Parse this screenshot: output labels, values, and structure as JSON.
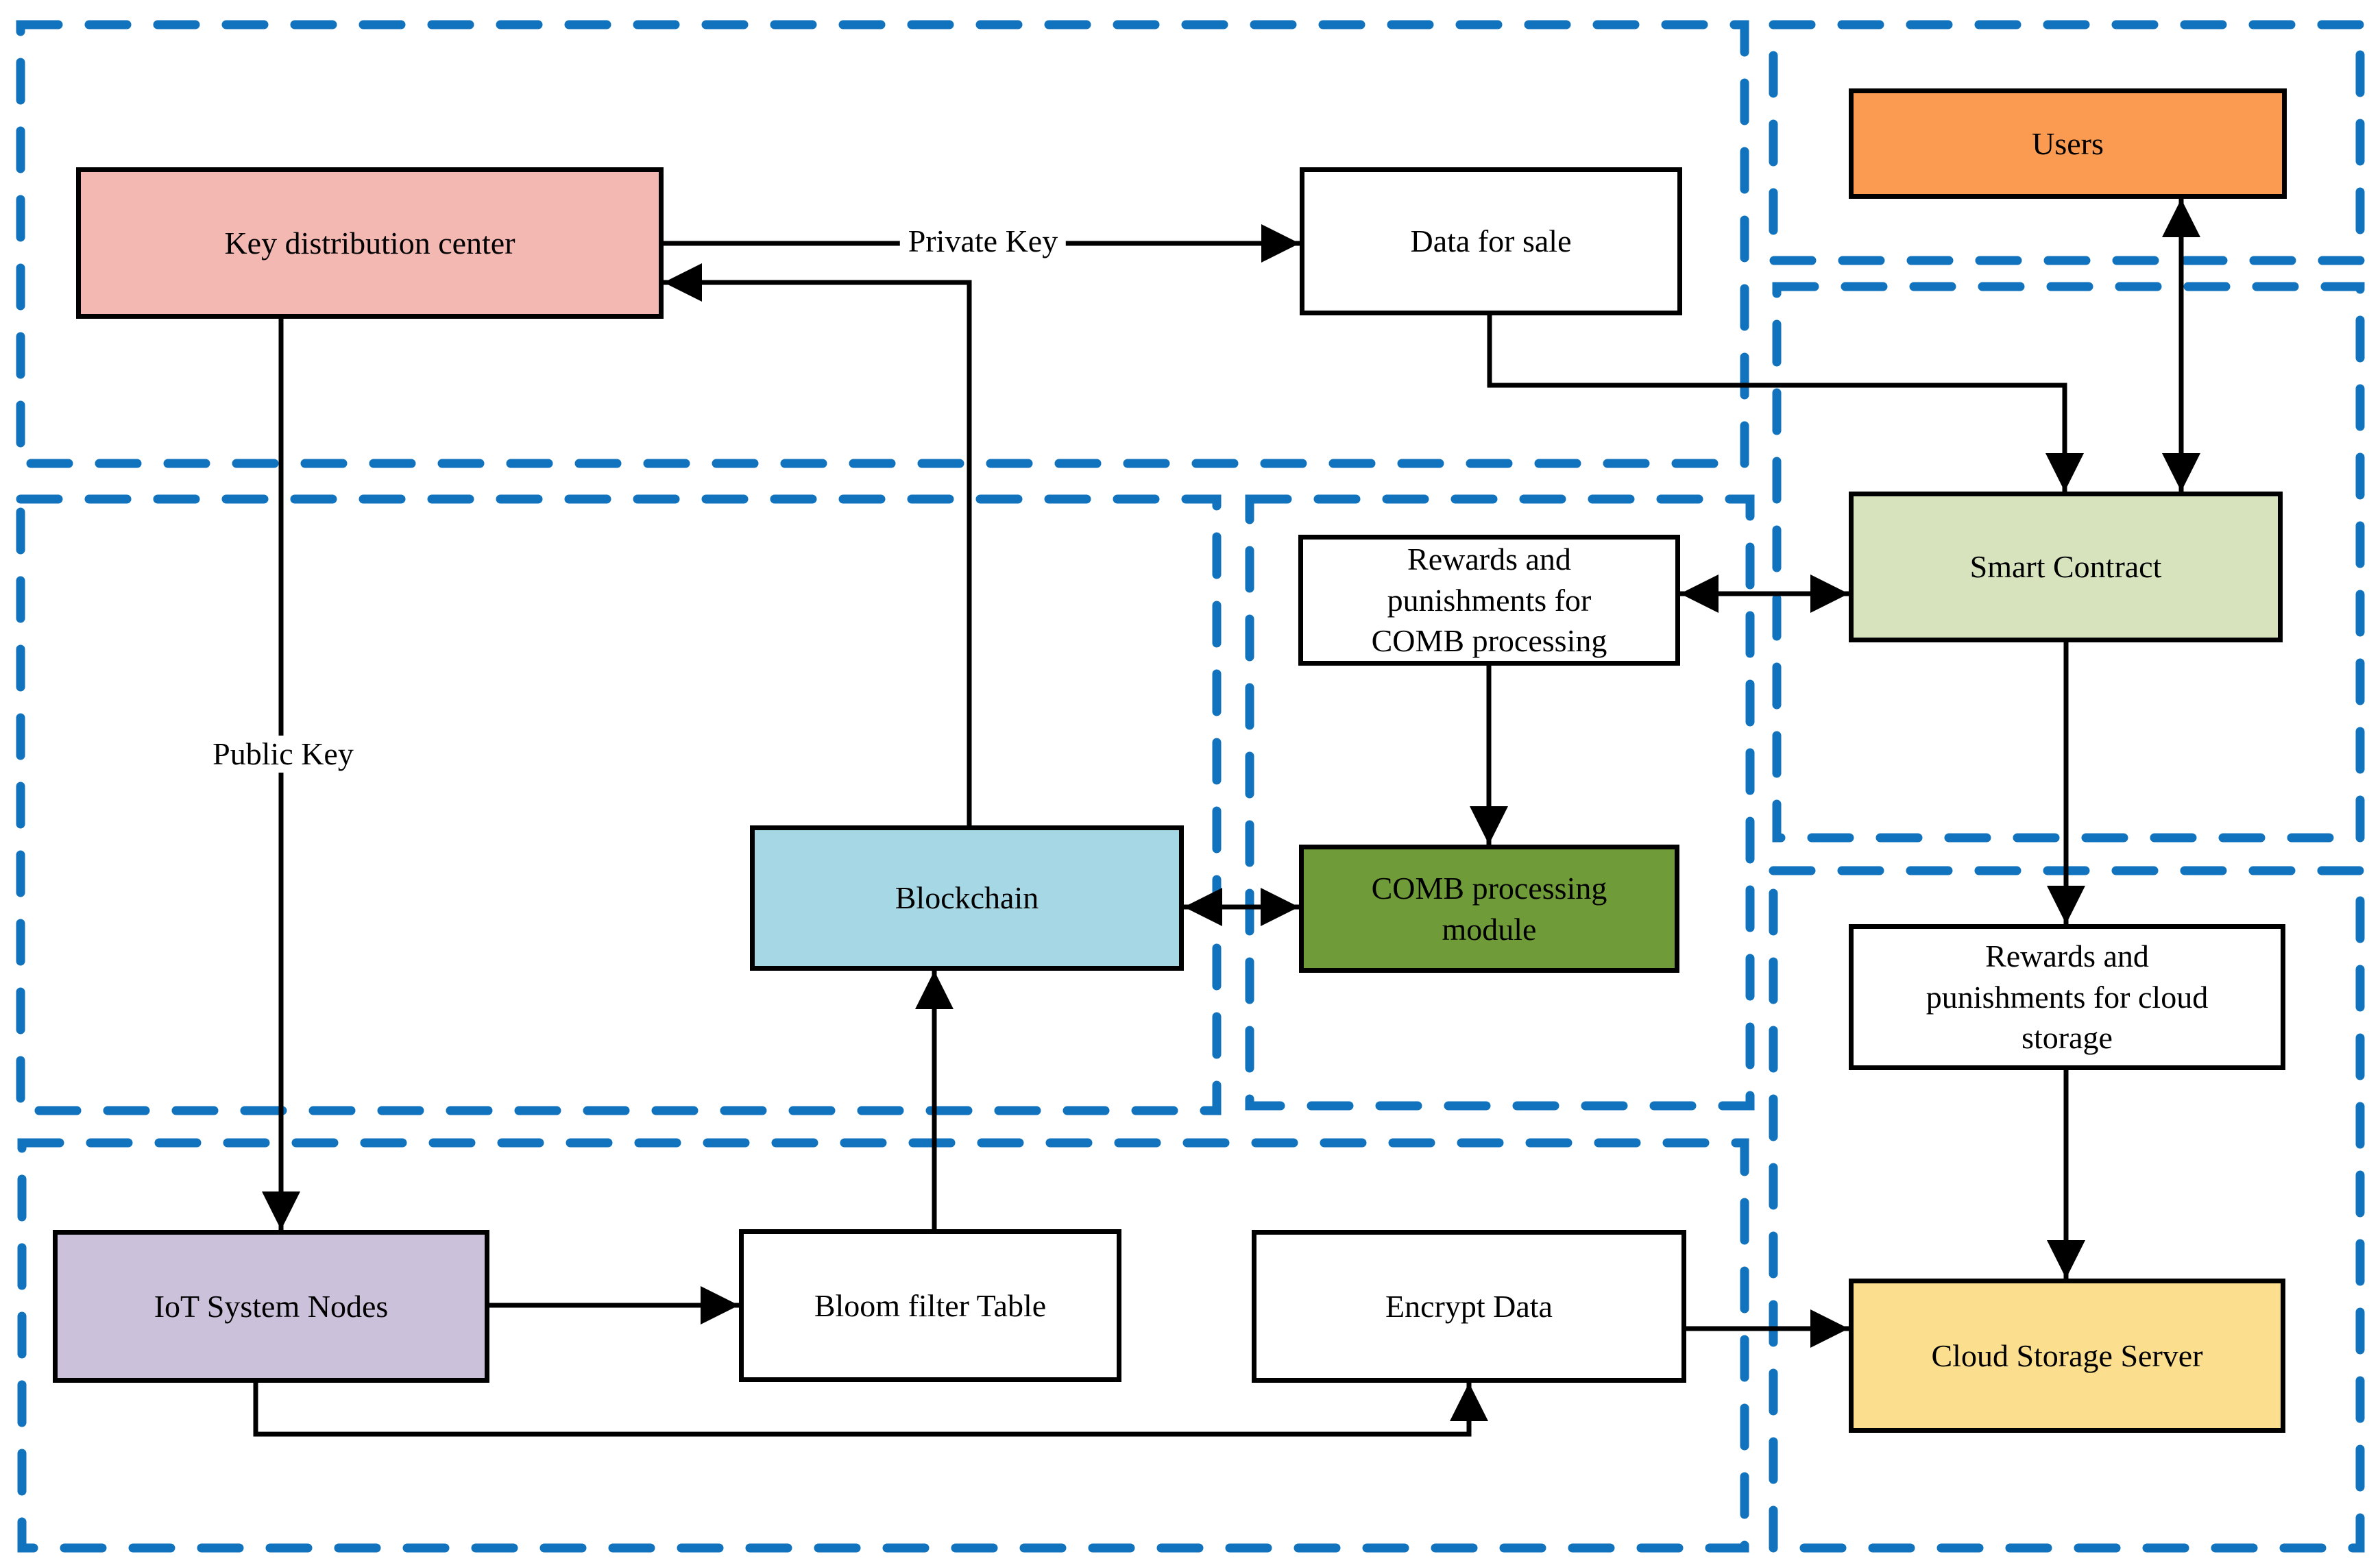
{
  "figure": {
    "colors": {
      "region_border": "#1172bd",
      "connector": "#000000",
      "box_border": "#000000",
      "background": "#ffffff"
    },
    "boxes": {
      "key_distribution_center": {
        "label": "Key distribution center",
        "fill": "#f4b8b3"
      },
      "data_for_sale": {
        "label": "Data for sale",
        "fill": "#ffffff"
      },
      "users": {
        "label": "Users",
        "fill": "#fb9b51"
      },
      "smart_contract": {
        "label": "Smart Contract",
        "fill": "#d6e3bc"
      },
      "rewards_comb": {
        "label": "Rewards and\npunishments for\nCOMB processing",
        "fill": "#ffffff"
      },
      "blockchain": {
        "label": "Blockchain",
        "fill": "#a6d7e4"
      },
      "comb_module": {
        "label": "COMB processing\nmodule",
        "fill": "#6f9c38"
      },
      "rewards_cloud": {
        "label": "Rewards and\npunishments for cloud\nstorage",
        "fill": "#ffffff"
      },
      "iot_nodes": {
        "label": "IoT System Nodes",
        "fill": "#ccc1da"
      },
      "bloom_filter": {
        "label": "Bloom filter Table",
        "fill": "#ffffff"
      },
      "encrypt_data": {
        "label": "Encrypt Data",
        "fill": "#ffffff"
      },
      "cloud_server": {
        "label": "Cloud Storage Server",
        "fill": "#fbdf8e"
      }
    },
    "edge_labels": {
      "private_key": "Private Key",
      "public_key": "Public Key"
    }
  }
}
